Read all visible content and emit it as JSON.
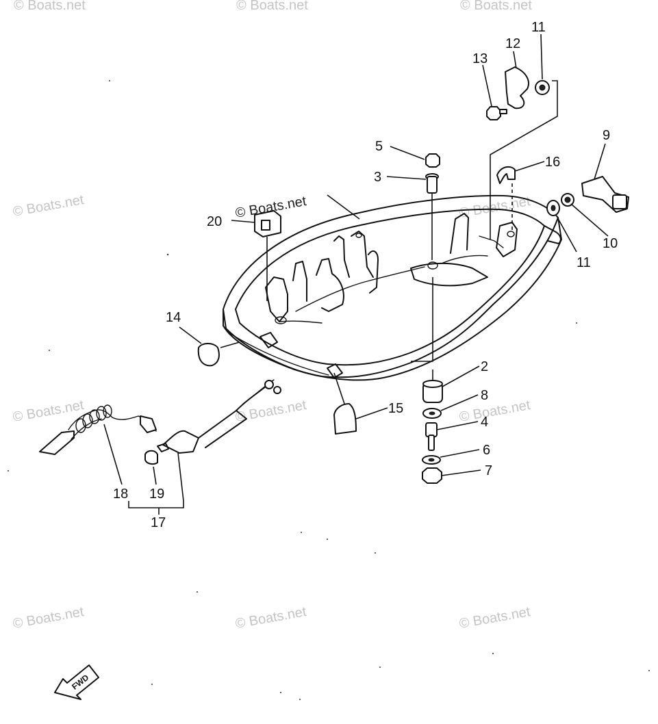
{
  "watermark": "© Boats.net",
  "callouts": {
    "p2": "2",
    "p3": "3",
    "p4": "4",
    "p5": "5",
    "p6": "6",
    "p7": "7",
    "p8": "8",
    "p9": "9",
    "p10": "10",
    "p11a": "11",
    "p11b": "11",
    "p12": "12",
    "p13": "13",
    "p14": "14",
    "p15": "15",
    "p16": "16",
    "p17": "17",
    "p18": "18",
    "p19": "19",
    "p20": "20"
  },
  "direction_label": "FWD"
}
